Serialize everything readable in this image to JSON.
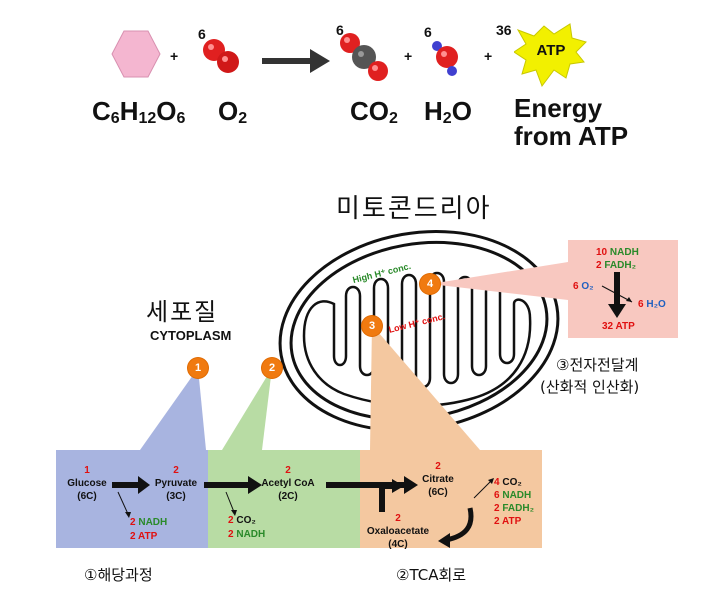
{
  "equation": {
    "glucose": "C6H12O6",
    "o2_coef": "6",
    "o2": "O2",
    "co2_coef": "6",
    "co2": "CO2",
    "h2o_coef": "6",
    "h2o": "H2O",
    "atp_coef": "36",
    "atp_badge": "ATP",
    "energy_line1": "Energy",
    "energy_line2": "from ATP",
    "plus": "+"
  },
  "titles": {
    "mitochondria": "미토콘드리아",
    "cytoplasm_kor": "세포질",
    "cytoplasm_eng": "CYTOPLASM",
    "etc": "③전자전달계",
    "etc_sub": "(산화적 인산화)",
    "glycolysis": "①해당과정",
    "tca": "②TCA회로"
  },
  "markers": [
    "1",
    "2",
    "3",
    "4"
  ],
  "mito_labels": {
    "high": "High H⁺ conc.",
    "low": "Low H⁺ conc."
  },
  "etc_box": {
    "nadh_n": "10",
    "nadh": "NADH",
    "fadh_n": "2",
    "fadh": "FADH₂",
    "o2_n": "6",
    "o2": "O₂",
    "h2o_n": "6",
    "h2o": "H₂O",
    "atp_n": "32",
    "atp": "ATP"
  },
  "glycolysis_box": {
    "glucose_n": "1",
    "glucose": "Glucose",
    "glucose_c": "(6C)",
    "pyruvate_n": "2",
    "pyruvate": "Pyruvate",
    "pyruvate_c": "(3C)",
    "nadh_n": "2",
    "nadh": "NADH",
    "atp_n": "2",
    "atp": "ATP"
  },
  "link_box": {
    "acetyl_n": "2",
    "acetyl": "Acetyl CoA",
    "acetyl_c": "(2C)",
    "co2_n": "2",
    "co2": "CO₂",
    "nadh_n": "2",
    "nadh": "NADH"
  },
  "tca_box": {
    "citrate_n": "2",
    "citrate": "Citrate",
    "citrate_c": "(6C)",
    "oxalo_n": "2",
    "oxalo": "Oxaloacetate",
    "oxalo_c": "(4C)",
    "co2_n": "4",
    "co2": "CO₂",
    "nadh_n": "6",
    "nadh": "NADH",
    "fadh_n": "2",
    "fadh": "FADH₂",
    "atp_n": "2",
    "atp": "ATP"
  },
  "colors": {
    "glycolysis_bg": "#a8b4e0",
    "link_bg": "#b8dca4",
    "tca_bg": "#f4c8a0",
    "etc_bg": "#f8c8c0",
    "marker": "#f07a10"
  }
}
